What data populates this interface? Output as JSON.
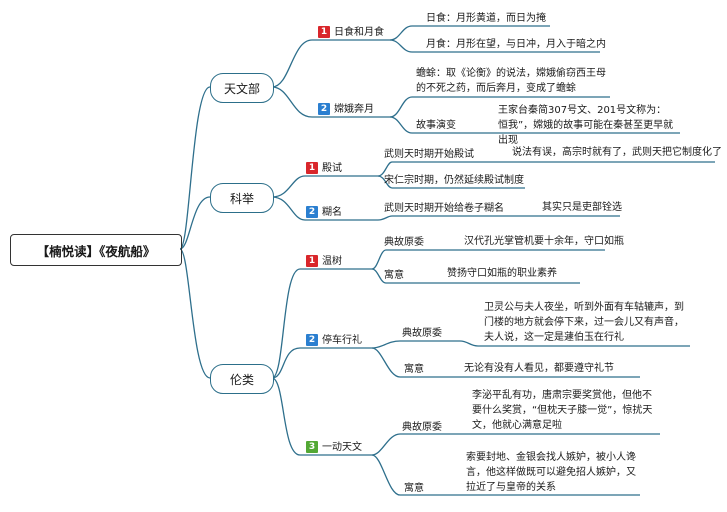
{
  "root": "【楠悦读】《夜航船》",
  "tianwen": {
    "label": "天文部",
    "eclipse": {
      "num": "1",
      "label": "日食和月食",
      "solar": "日食：月形黄道，而日为掩",
      "lunar": "月食：月形在望，与日冲，月入于暗之内"
    },
    "change": {
      "num": "2",
      "label": "嫦娥奔月",
      "text": "蟾蜍：取《论衡》的说法，嫦娥偷窃西王母的不死之药，而后奔月，变成了蟾蜍",
      "evo_label": "故事演变",
      "evo_text": "王家台秦简307号文、201号文称为：恒我”，嫦娥的故事可能在秦甚至更早就出现"
    }
  },
  "keju": {
    "label": "科举",
    "dian": {
      "num": "1",
      "label": "殿试",
      "wu": "武则天时期开始殿试",
      "wu_note": "说法有误，高宗时就有了，武则天把它制度化了",
      "song": "宋仁宗时期，仍然延续殿试制度"
    },
    "hu": {
      "num": "2",
      "label": "糊名",
      "wu": "武则天时期开始给卷子糊名",
      "note": "其实只是吏部铨选"
    }
  },
  "lunlei": {
    "label": "伦类",
    "wenshu": {
      "num": "1",
      "label": "温树",
      "origin_label": "典故原委",
      "origin": "汉代孔光掌管机要十余年，守口如瓶",
      "meaning_label": "寓意",
      "meaning": "赞扬守口如瓶的职业素养"
    },
    "tingche": {
      "num": "2",
      "label": "停车行礼",
      "origin_label": "典故原委",
      "origin": "卫灵公与夫人夜坐，听到外面有车轱辘声，到门楼的地方就会停下来，过一会儿又有声音，夫人说，这一定是蘧伯玉在行礼",
      "meaning_label": "寓意",
      "meaning": "无论有没有人看见，都要遵守礼节"
    },
    "yidong": {
      "num": "3",
      "label": "一动天文",
      "origin_label": "典故原委",
      "origin": "李泌平乱有功，唐肃宗要奖赏他，但他不要什么奖赏，“但枕天子膝一觉”，惊扰天文，他就心满意足啦",
      "meaning_label": "寓意",
      "meaning": "索要封地、金银会找人嫉妒，被小人谗言，他这样做既可以避免招人嫉妒，又拉近了与皇帝的关系"
    }
  }
}
